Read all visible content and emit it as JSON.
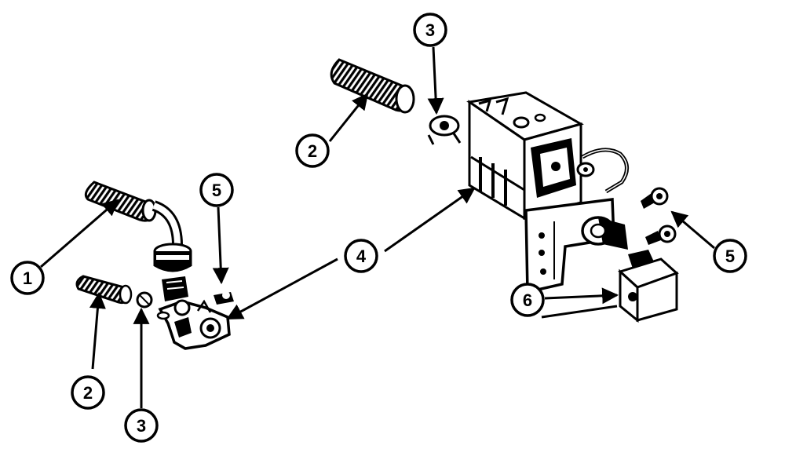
{
  "diagram": {
    "callouts": [
      {
        "id": "c1",
        "label": "1"
      },
      {
        "id": "c2a",
        "label": "2"
      },
      {
        "id": "c2b",
        "label": "2"
      },
      {
        "id": "c3a",
        "label": "3"
      },
      {
        "id": "c3b",
        "label": "3"
      },
      {
        "id": "c4",
        "label": "4"
      },
      {
        "id": "c5a",
        "label": "5"
      },
      {
        "id": "c5b",
        "label": "5"
      },
      {
        "id": "c6",
        "label": "6"
      }
    ],
    "colors": {
      "ink": "#000000",
      "paper": "#ffffff"
    }
  }
}
